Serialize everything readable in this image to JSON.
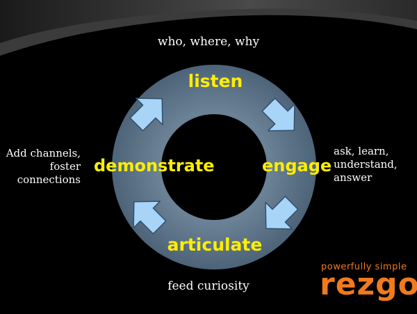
{
  "diagram": {
    "top_label": "who, where, why",
    "bottom_label": "feed curiosity",
    "left_label": [
      "Add channels,",
      "foster",
      "connections"
    ],
    "right_label": [
      "ask, learn,",
      "understand,",
      "answer"
    ],
    "stages": {
      "top": "listen",
      "right": "engage",
      "bottom": "articulate",
      "left": "demonstrate"
    },
    "arrows": [
      "arrow-down-right-icon",
      "arrow-down-left-icon",
      "arrow-up-left-icon",
      "arrow-up-right-icon"
    ]
  },
  "brand": {
    "tagline": "powerfully simple",
    "name": "rezgo",
    "color": "#f07a1e"
  },
  "colors": {
    "background": "#000000",
    "ring": "#5b7186",
    "arrow": "#a8d4f8",
    "stage_text": "#ffee00",
    "label_text": "#ffffff"
  }
}
